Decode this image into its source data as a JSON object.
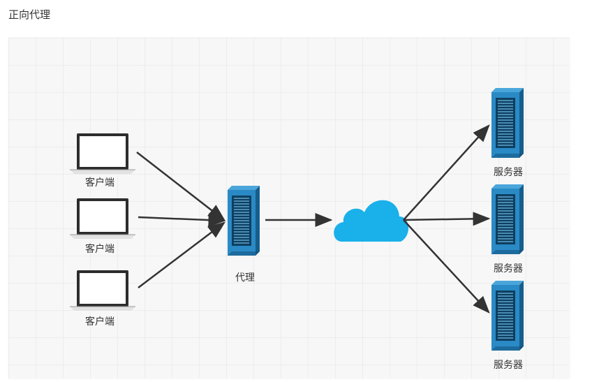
{
  "title": "正向代理",
  "nodes": {
    "clients": [
      {
        "label": "客户端"
      },
      {
        "label": "客户端"
      },
      {
        "label": "客户端"
      }
    ],
    "proxy": {
      "label": "代理"
    },
    "cloud": {
      "label": ""
    },
    "servers": [
      {
        "label": "服务器"
      },
      {
        "label": "服务器"
      },
      {
        "label": "服务器"
      }
    ]
  },
  "colors": {
    "grid": "#e3e3e3",
    "server_blue": "#2a8ac6",
    "server_dark": "#155e8c",
    "cloud": "#1ab0ea",
    "arrow": "#333333",
    "laptop_frame": "#2d2d2d"
  },
  "icons": {
    "client": "laptop-icon",
    "proxy": "server-rack-icon",
    "internet": "cloud-icon",
    "server": "server-rack-icon"
  }
}
